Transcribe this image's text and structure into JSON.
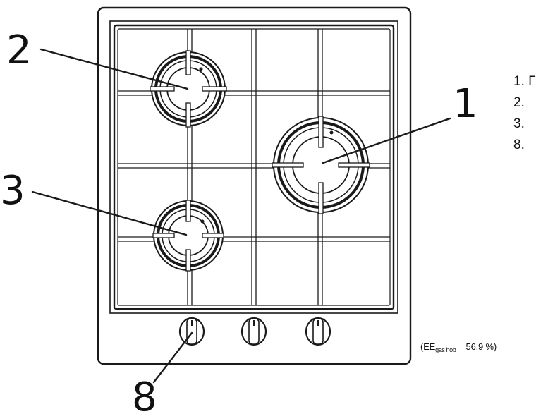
{
  "callouts": {
    "front_right_burner": "1",
    "back_left_burner": "2",
    "front_left_burner": "3",
    "control_knob": "8"
  },
  "legend": [
    {
      "number": "1.",
      "text": "Г"
    },
    {
      "number": "2.",
      "text": ""
    },
    {
      "number": "3.",
      "text": ""
    },
    {
      "number": "8.",
      "text": ""
    }
  ],
  "efficiency": {
    "prefix": "(",
    "symbol": "EE",
    "subscript": "gas hob",
    "equals": " = ",
    "value": "56.9",
    "unit": " %",
    "suffix": ")"
  }
}
